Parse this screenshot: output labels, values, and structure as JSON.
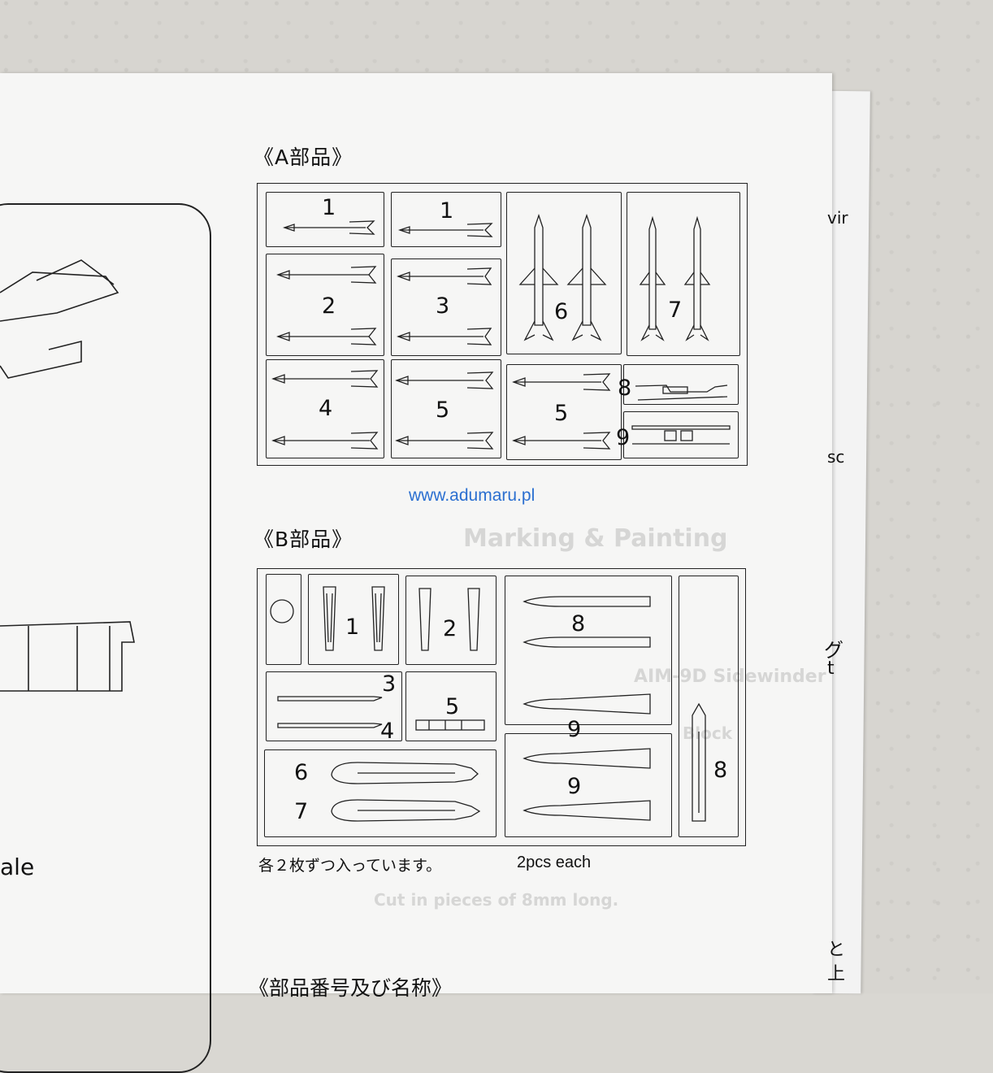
{
  "section_a": {
    "heading": "《A部品》",
    "labels": [
      "1",
      "1",
      "2",
      "3",
      "4",
      "5",
      "5",
      "6",
      "7",
      "8",
      "9"
    ]
  },
  "section_b": {
    "heading": "《B部品》",
    "labels": [
      "1",
      "2",
      "3",
      "4",
      "5",
      "6",
      "7",
      "8",
      "8",
      "9",
      "9"
    ]
  },
  "watermark": "www.adumaru.pl",
  "caption": {
    "jp": "各２枚ずつ入っています。",
    "en": "2pcs each"
  },
  "bottom_heading": "《部品番号及び名称》",
  "left_fragment": "ale",
  "right_fragments": [
    "vir",
    "sc",
    "グ",
    "t",
    "と",
    "上"
  ],
  "ghost_text": [
    "Marking & Painting",
    "AIM-9D Sidewinder",
    "Cut in pieces of 8mm long.",
    "Block"
  ]
}
